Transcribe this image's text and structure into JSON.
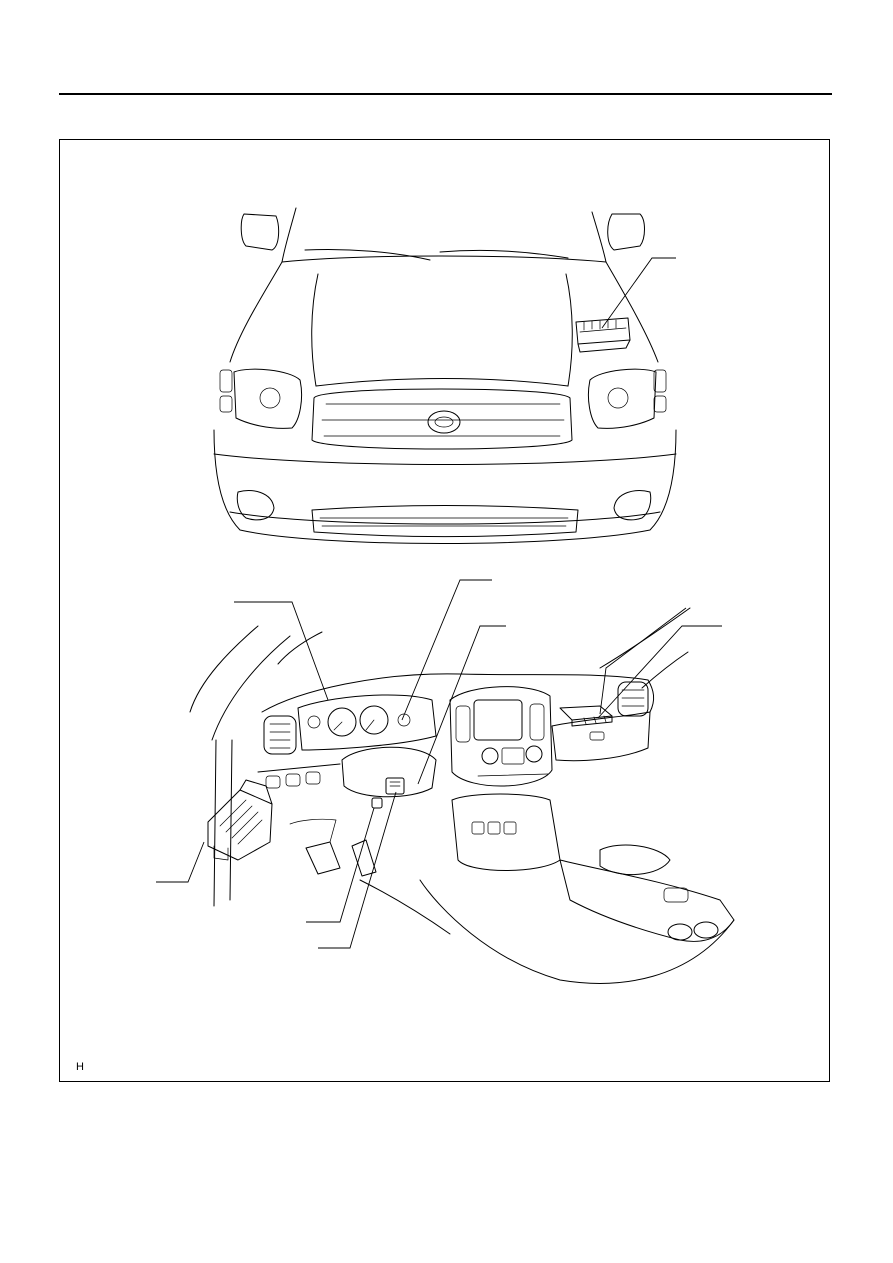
{
  "figure": {
    "code": "H",
    "callouts": [
      {
        "id": "engine-room-junction-block"
      },
      {
        "id": "combination-meter"
      },
      {
        "id": "steering-column-connector"
      },
      {
        "id": "passenger-dash-ecu"
      },
      {
        "id": "ecu-connector"
      },
      {
        "id": "instrument-panel-junction-block"
      },
      {
        "id": "stop-light-switch"
      },
      {
        "id": "column-connector-lower"
      }
    ]
  }
}
